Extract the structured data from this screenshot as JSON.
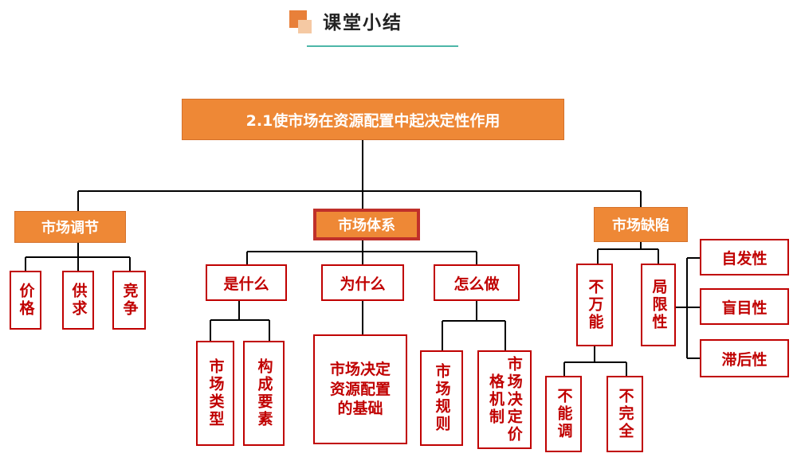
{
  "header": {
    "title": "课堂小结"
  },
  "colors": {
    "orange": "#EE8836",
    "red": "#C00000",
    "teal_line": "#4DB6A8"
  },
  "root": {
    "label": "2.1使市场在资源配置中起决定性作用"
  },
  "categories": [
    {
      "label": "市场调节",
      "children": [
        "价格",
        "供求",
        "竞争"
      ]
    },
    {
      "label": "市场体系",
      "children": [
        {
          "label": "是什么",
          "children": [
            "市场类型",
            "构成要素"
          ]
        },
        {
          "label": "为什么",
          "children": [
            "市场决定\n资源配置\n的基础"
          ]
        },
        {
          "label": "怎么做",
          "children": [
            "市场规则",
            "市场决定价格机制"
          ]
        }
      ]
    },
    {
      "label": "市场缺陷",
      "children": [
        {
          "label": "不万能",
          "children": [
            "不能调",
            "不完全"
          ]
        },
        {
          "label": "局限性",
          "children": [
            "自发性",
            "盲目性",
            "滞后性"
          ]
        }
      ]
    }
  ]
}
